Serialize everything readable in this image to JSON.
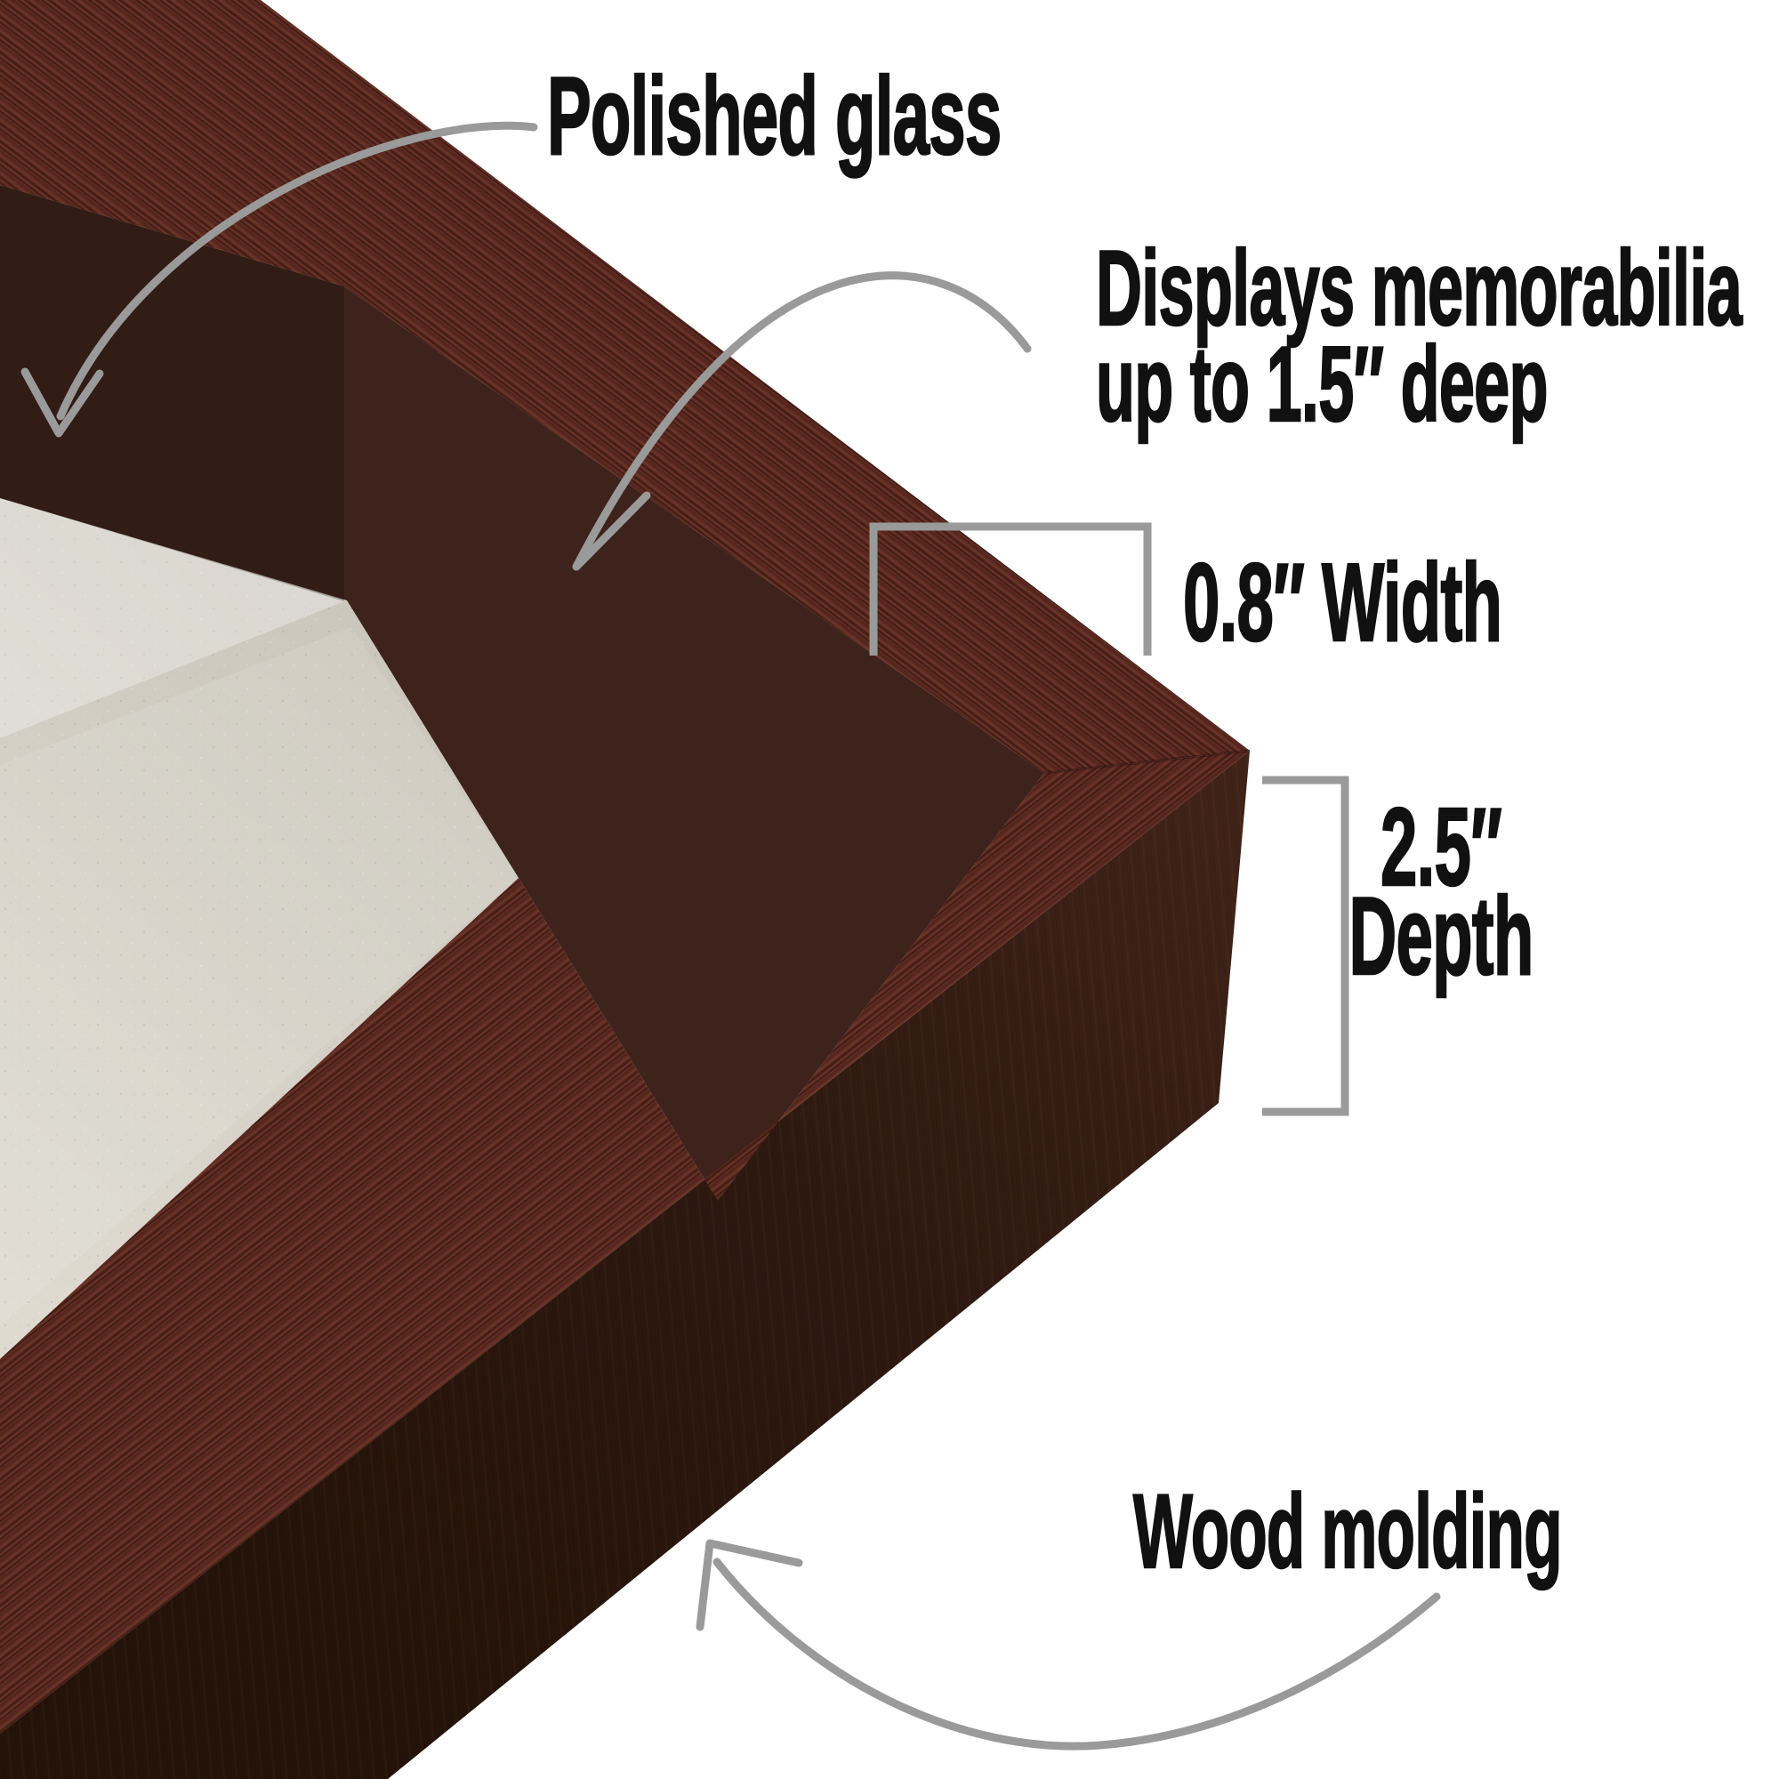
{
  "labels": {
    "polished_glass": "Polished glass",
    "displays_memorabilia_line1": "Displays memorabilia",
    "displays_memorabilia_line2": "up to 1.5″ deep",
    "frame_width": "0.8″ Width",
    "frame_depth_value": "2.5″",
    "frame_depth_word": "Depth",
    "wood_molding": "Wood molding"
  },
  "annotations": {
    "arrow_icons": [
      "polished-glass-arrow",
      "displays-memorabilia-arrow",
      "wood-molding-arrow"
    ],
    "bracket_icons": [
      "width-measure-bracket",
      "depth-measure-bracket"
    ]
  },
  "colors": {
    "background": "#FFFFFF",
    "wood_top_face": "#5F2C22",
    "wood_side_face_dark": "#2B1710",
    "interior_wall": "#3E231C",
    "backing_board": "#D7D3C8",
    "annotation_gray": "#9A9A9A",
    "text": "#111111"
  }
}
